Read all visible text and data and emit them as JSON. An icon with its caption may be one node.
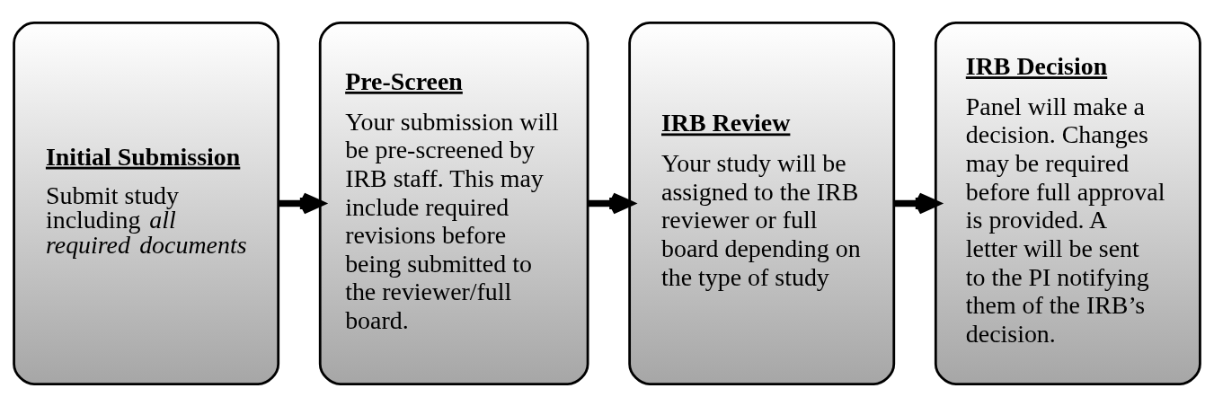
{
  "diagram": {
    "nodes": [
      {
        "text": [
          "Initial Submission",
          "Submit study including *all required documents*"
        ]
      },
      {
        "text": [
          "Pre-Screen",
          "Your submission will be pre-screened by IRB staff. This may include required revisions before being submitted to the reviewer/full board."
        ]
      },
      {
        "text": [
          "IRB Review",
          "Your study will be assigned to the IRB reviewer or full board depending on the type of study"
        ]
      },
      {
        "text": [
          "IRB Decision",
          "Panel will make a decision. Changes may be required before full approval is provided. A letter will be sent to the PI notifying them of the IRB’s decision."
        ]
      }
    ],
    "edges": [
      {
        "from": 0,
        "to": 1,
        "arrow": "to"
      },
      {
        "from": 1,
        "to": 2,
        "arrow": "to"
      },
      {
        "from": 2,
        "to": 3,
        "arrow": "to"
      }
    ]
  }
}
